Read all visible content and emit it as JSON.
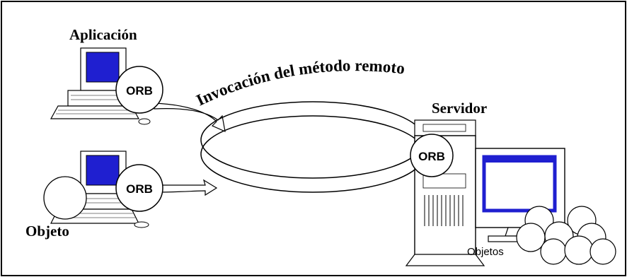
{
  "labels": {
    "aplicacion": "Aplicación",
    "objeto": "Objeto",
    "servidor": "Servidor",
    "objetos": "Objetos",
    "arc_title": "Invocación del método remoto"
  },
  "orb": {
    "app": "ORB",
    "obj": "ORB",
    "server": "ORB"
  },
  "colors": {
    "screen_blue": "#1f1fd0",
    "frame_black": "#000000",
    "background": "#ffffff"
  }
}
